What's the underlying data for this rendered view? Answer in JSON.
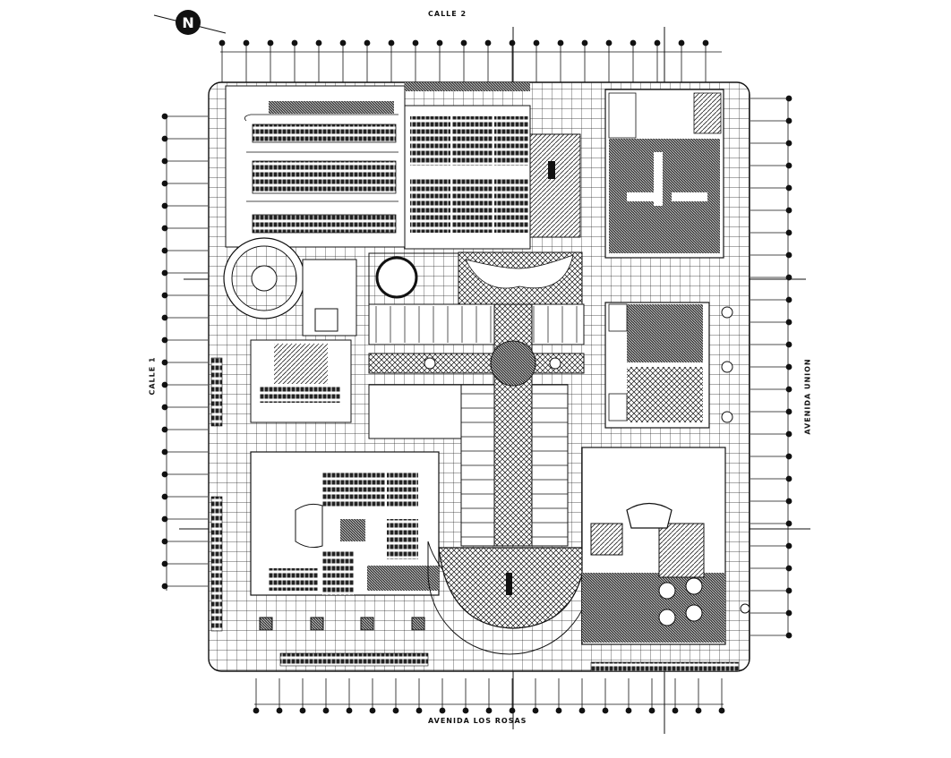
{
  "streets": {
    "top": "CALLE 2",
    "bottom": "AVENIDA LOS ROSAS",
    "left": "CALLE 1",
    "right": "AVENIDA UNION"
  },
  "colors": {
    "ink": "#111111",
    "paper": "#ffffff"
  },
  "icons": {
    "north": "north-arrow-icon"
  }
}
